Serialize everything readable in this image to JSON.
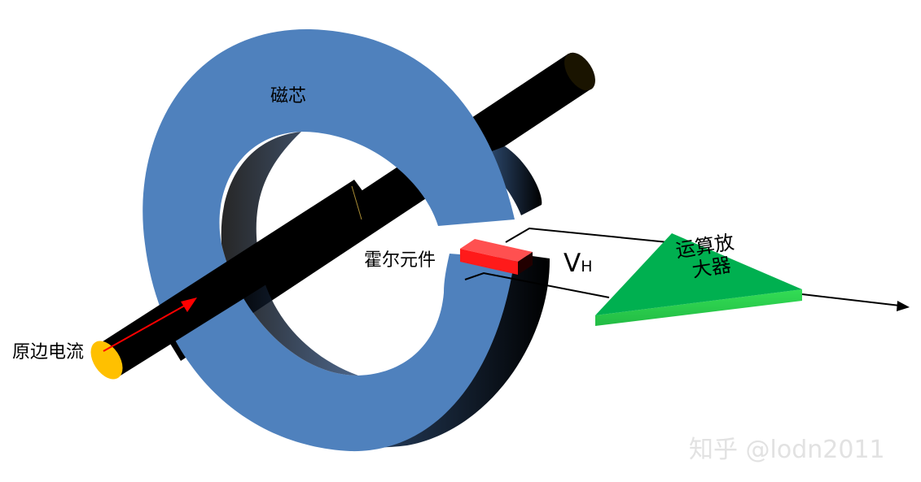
{
  "labels": {
    "core": "磁芯",
    "hall_element": "霍尔元件",
    "primary_current": "原边电流",
    "vh_main": "V",
    "vh_sub": "H",
    "opamp_line1": "运算放",
    "opamp_line2": "大器"
  },
  "watermark": "知乎 @lodn2011",
  "colors": {
    "core": "#4f81bd",
    "conductor": "#d4a017",
    "hall_element": "#ff2020",
    "opamp": "#00b050",
    "current_arrow": "#ff0000"
  }
}
